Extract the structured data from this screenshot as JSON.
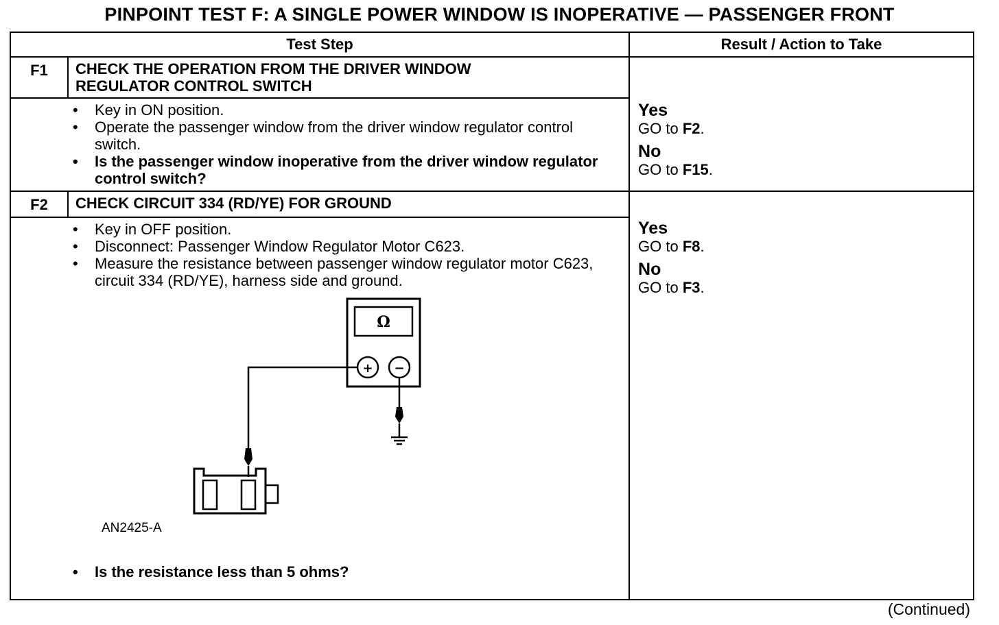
{
  "title": "PINPOINT TEST  F: A SINGLE POWER WINDOW IS INOPERATIVE — PASSENGER FRONT",
  "headers": {
    "test_step": "Test Step",
    "result": "Result / Action to Take"
  },
  "steps": [
    {
      "id": "F1",
      "heading_lines": [
        "CHECK THE OPERATION FROM THE DRIVER WINDOW",
        "REGULATOR CONTROL SWITCH"
      ],
      "instructions": [
        "Key in ON position.",
        "Operate the passenger window from the driver window regulator control switch."
      ],
      "question": "Is the passenger window inoperative from the driver window regulator control switch?",
      "results": [
        {
          "answer": "Yes",
          "go": "GO to",
          "target": "F2"
        },
        {
          "answer": "No",
          "go": "GO to",
          "target": "F15"
        }
      ]
    },
    {
      "id": "F2",
      "heading_lines": [
        "CHECK CIRCUIT 334 (RD/YE) FOR GROUND"
      ],
      "instructions": [
        "Key in OFF position.",
        "Disconnect: Passenger Window Regulator Motor C623.",
        "Measure the resistance between passenger window regulator motor C623, circuit 334 (RD/YE), harness side and ground."
      ],
      "figure": {
        "meter_symbol": "Ω",
        "plus": "+",
        "minus": "−",
        "label": "AN2425-A"
      },
      "question": "Is the resistance less than 5 ohms?",
      "results": [
        {
          "answer": "Yes",
          "go": "GO to",
          "target": "F8"
        },
        {
          "answer": "No",
          "go": "GO to",
          "target": "F3"
        }
      ]
    }
  ],
  "footer": "(Continued)"
}
